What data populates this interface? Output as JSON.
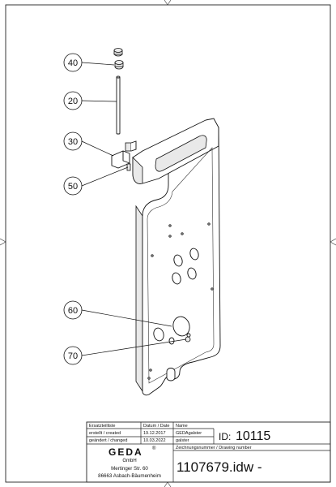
{
  "balloons": [
    {
      "id": "b40",
      "label": "40"
    },
    {
      "id": "b20",
      "label": "20"
    },
    {
      "id": "b30",
      "label": "30"
    },
    {
      "id": "b50",
      "label": "50"
    },
    {
      "id": "b60",
      "label": "60"
    },
    {
      "id": "b70",
      "label": "70"
    }
  ],
  "titleblock": {
    "ersatzteilliste": "Ersatzteilliste",
    "datum_datum": "Datum / Date",
    "name": "Name",
    "erstellt_label": "erstellt / created",
    "erstellt_date": "19.12.2017",
    "erstellt_name": "GEDAgalster",
    "geaendert_label": "geändert / changed",
    "geaendert_date": "10.03.2022",
    "geaendert_name": "galster",
    "id_label": "ID:",
    "id_value": "10115",
    "drawing_number_label": "Zeichnungsnummer / Drawing number",
    "drawing_number": "1107679.idw -",
    "company_logo": "GEDA",
    "company_reg": "®",
    "company_gmbh": "GmbH",
    "company_street": "Mertinger Str. 60",
    "company_city": "86663 Asbach-Bäumenheim"
  }
}
